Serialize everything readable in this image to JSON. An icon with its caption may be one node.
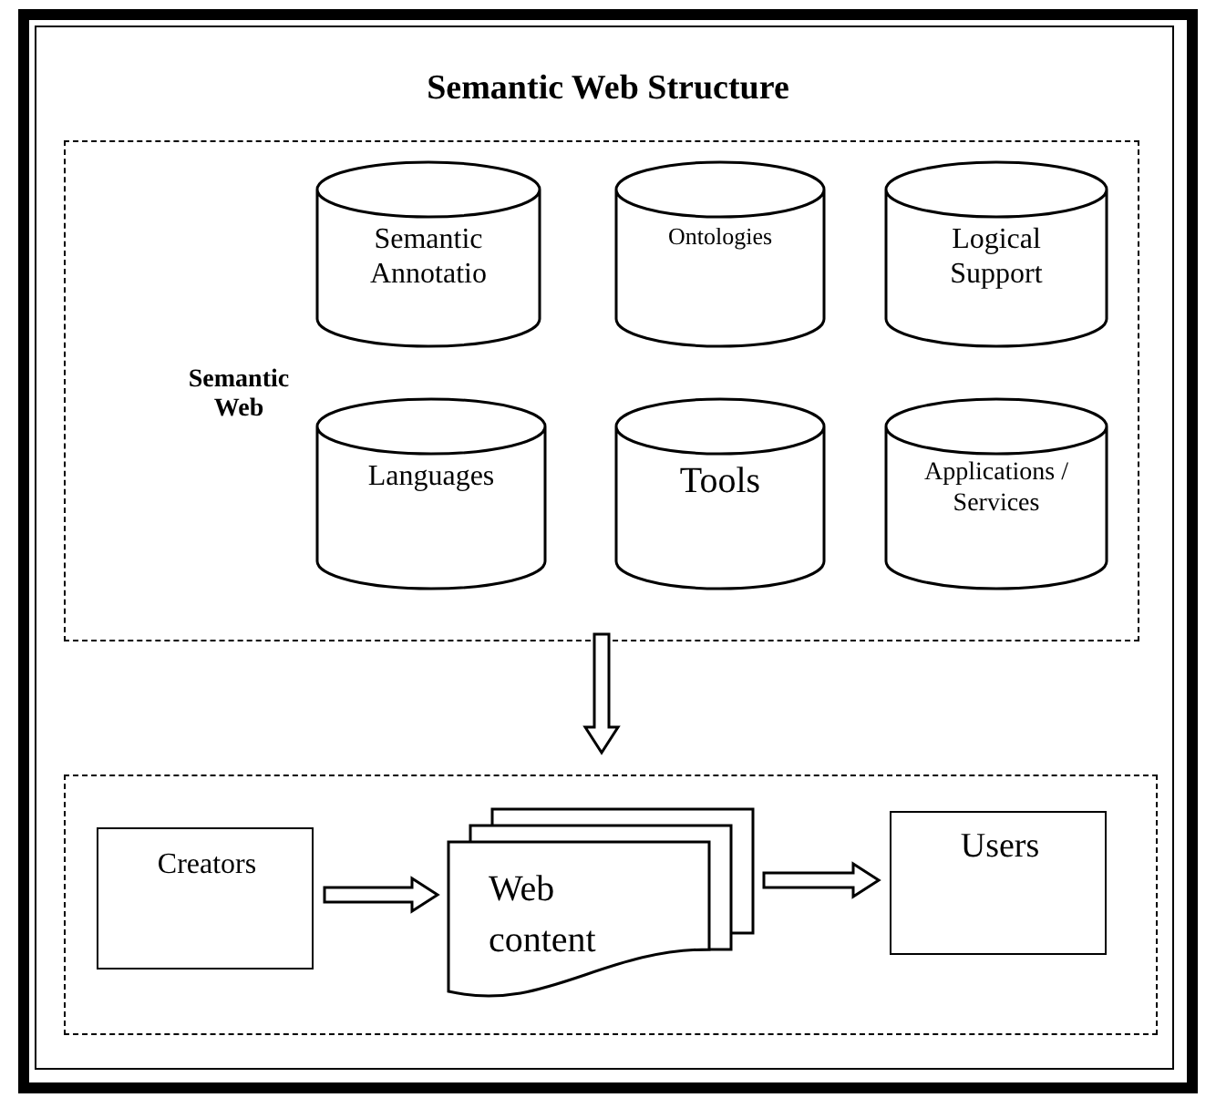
{
  "diagram": {
    "title": "Semantic Web Structure",
    "nodes": [
      {
        "text": [
          "Semantic Web"
        ]
      },
      {
        "text": [
          "Semantic Annotatio"
        ],
        "in": 0
      },
      {
        "text": [
          "Ontologies"
        ],
        "in": 0
      },
      {
        "text": [
          "Logical Support"
        ],
        "in": 0
      },
      {
        "text": [
          "Languages"
        ],
        "in": 0
      },
      {
        "text": [
          "Tools"
        ],
        "in": 0
      },
      {
        "text": [
          "Applications / Services"
        ],
        "in": 0
      },
      {
        "text": [],
        "shape": "box"
      },
      {
        "text": [
          "Creators"
        ],
        "in": 7
      },
      {
        "text": [
          "Web content"
        ],
        "in": 7
      },
      {
        "text": [
          "Users"
        ],
        "in": 7
      }
    ],
    "edges": [
      {
        "from": 0,
        "to": 7,
        "arrow": "to"
      },
      {
        "from": 8,
        "to": 9,
        "arrow": "to"
      },
      {
        "from": 9,
        "to": 10,
        "arrow": "to"
      }
    ]
  }
}
